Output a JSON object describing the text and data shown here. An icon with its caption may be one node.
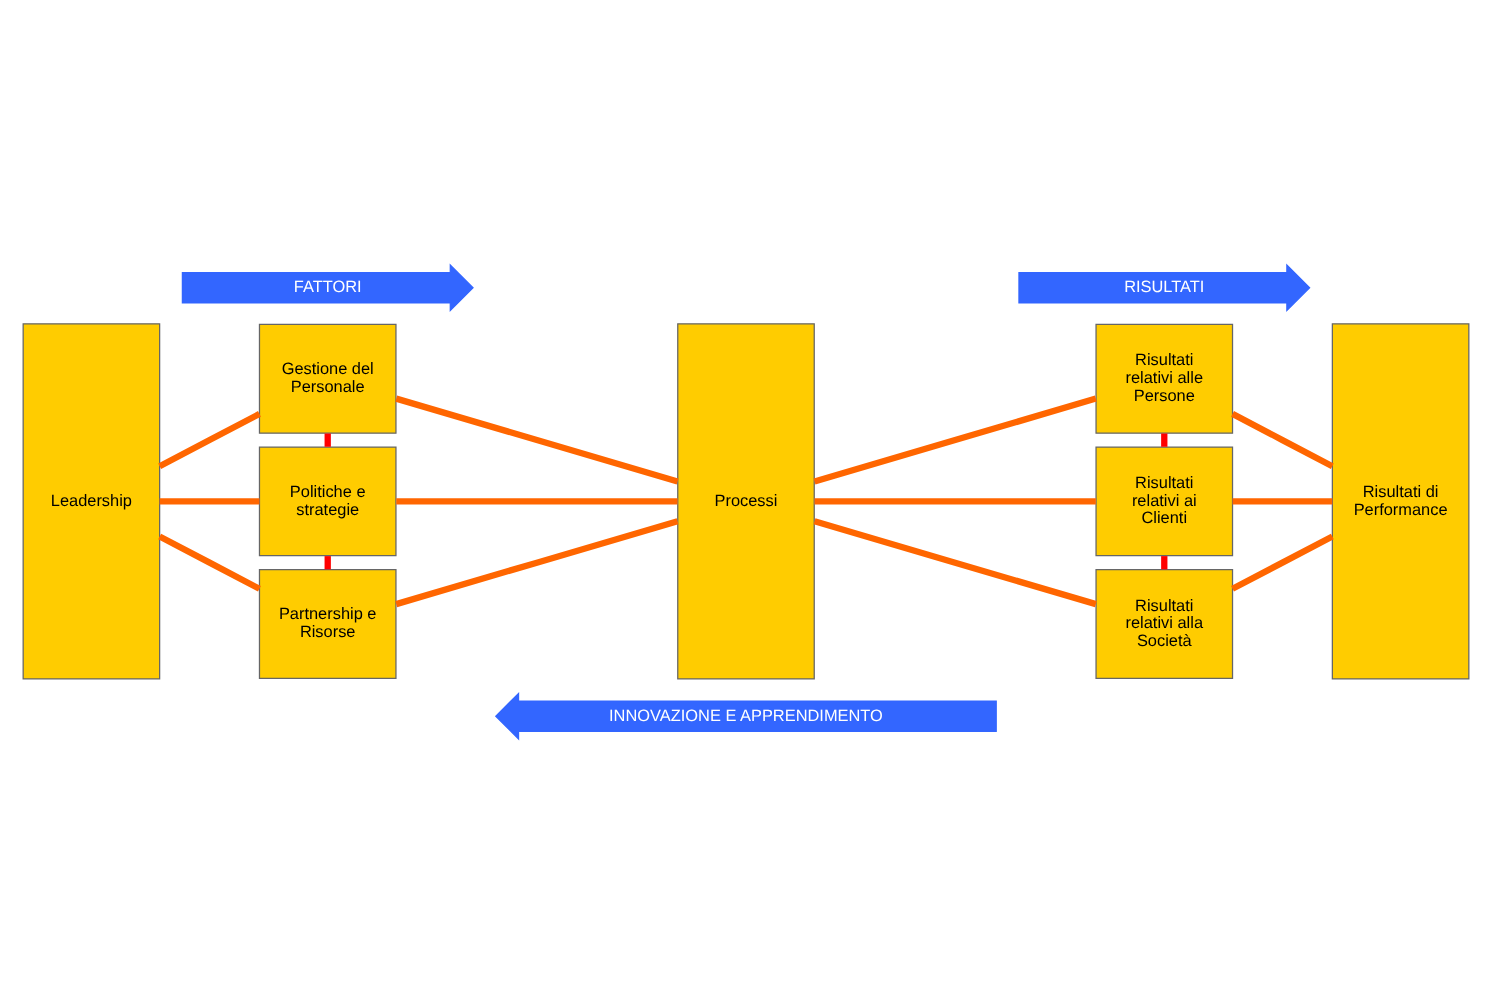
{
  "diagram": {
    "nodes": [
      {
        "text": [
          "FATTORI"
        ]
      },
      {
        "text": [
          "RISULTATI"
        ]
      },
      {
        "text": [
          "Leadership"
        ]
      },
      {
        "text": [
          "Gestione del Personale"
        ]
      },
      {
        "text": [
          "Politiche e strategie"
        ]
      },
      {
        "text": [
          "Partnership e Risorse"
        ]
      },
      {
        "text": [
          "Processi"
        ]
      },
      {
        "text": [
          "Risultati relativi alle Persone"
        ]
      },
      {
        "text": [
          "Risultati relativi ai Clienti"
        ]
      },
      {
        "text": [
          "Risultati relativi alla Società"
        ]
      },
      {
        "text": [
          "Risultati di Performance"
        ]
      },
      {
        "text": [
          "INNOVAZIONE E APPRENDIMENTO"
        ]
      }
    ],
    "edges": [
      {
        "from": 2,
        "to": 3,
        "arrow": "none"
      },
      {
        "from": 2,
        "to": 4,
        "arrow": "none"
      },
      {
        "from": 2,
        "to": 5,
        "arrow": "none"
      },
      {
        "from": 3,
        "to": 4,
        "arrow": "none",
        "color": "#ff0000"
      },
      {
        "from": 4,
        "to": 5,
        "arrow": "none",
        "color": "#ff0000"
      },
      {
        "from": 3,
        "to": 6,
        "arrow": "none"
      },
      {
        "from": 4,
        "to": 6,
        "arrow": "none"
      },
      {
        "from": 5,
        "to": 6,
        "arrow": "none"
      },
      {
        "from": 6,
        "to": 7,
        "arrow": "none"
      },
      {
        "from": 6,
        "to": 8,
        "arrow": "none"
      },
      {
        "from": 6,
        "to": 9,
        "arrow": "none"
      },
      {
        "from": 7,
        "to": 8,
        "arrow": "none",
        "color": "#ff0000"
      },
      {
        "from": 8,
        "to": 9,
        "arrow": "none",
        "color": "#ff0000"
      },
      {
        "from": 7,
        "to": 10,
        "arrow": "none"
      },
      {
        "from": 8,
        "to": 10,
        "arrow": "none"
      },
      {
        "from": 9,
        "to": 10,
        "arrow": "none"
      }
    ]
  }
}
